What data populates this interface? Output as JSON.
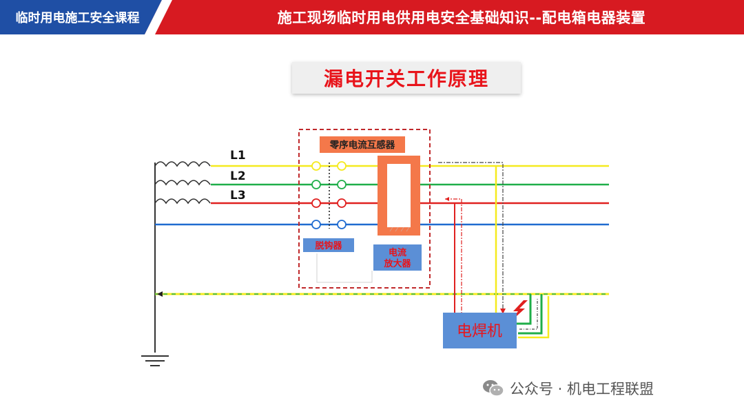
{
  "header": {
    "course_name": "临时用电施工安全课程",
    "lesson_title": "施工现场临时用电供用电安全基础知识--配电箱电器装置"
  },
  "topic": {
    "title": "漏电开关工作原理"
  },
  "diagram": {
    "lines": [
      {
        "label": "L1",
        "color": "#f5ea1e"
      },
      {
        "label": "L2",
        "color": "#1fae49"
      },
      {
        "label": "L3",
        "color": "#e0201f"
      },
      {
        "label": "",
        "color": "#1f6bd0"
      }
    ],
    "pe_colors": [
      "#f5ea1e",
      "#1fae49"
    ],
    "component_labels": {
      "ct": "零序电流互感器",
      "trip": "脱钩器",
      "amp_line1": "电流",
      "amp_line2": "放大器",
      "welder": "电焊机"
    },
    "colors": {
      "header_red": "#d71a21",
      "header_blue": "#1f4fa5",
      "ct_core": "#f4784a",
      "label_blue": "#5b8fd6",
      "label_red_text": "#e8141b",
      "dashed_box": "#c0282a"
    }
  },
  "watermark": {
    "text": "公众号 · 机电工程联盟",
    "icon": "wechat-icon"
  }
}
